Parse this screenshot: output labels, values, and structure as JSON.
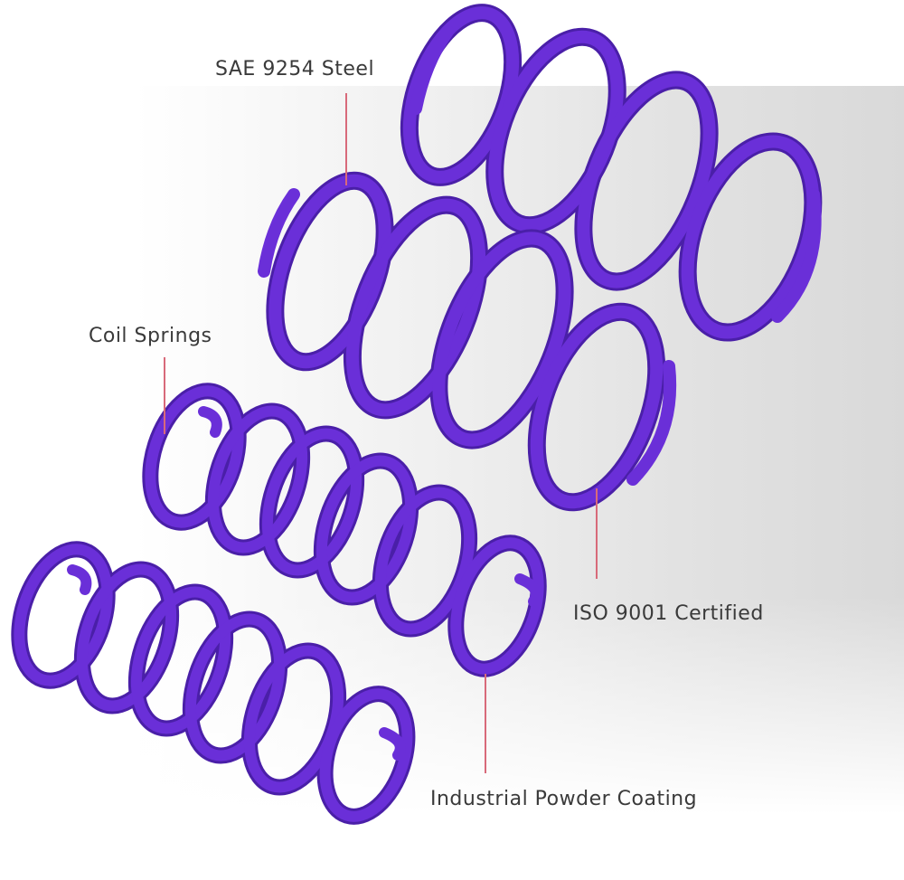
{
  "colors": {
    "spring": "#6a2fd8",
    "spring_dark": "#4a1fa8",
    "spring_highlight": "#9a6cf0",
    "leader_line": "#d86a7a",
    "text": "#3a3a3a"
  },
  "callouts": {
    "material": "SAE 9254 Steel",
    "product": "Coil Springs",
    "certification": "ISO 9001 Certified",
    "finish": "Industrial Powder Coating"
  }
}
